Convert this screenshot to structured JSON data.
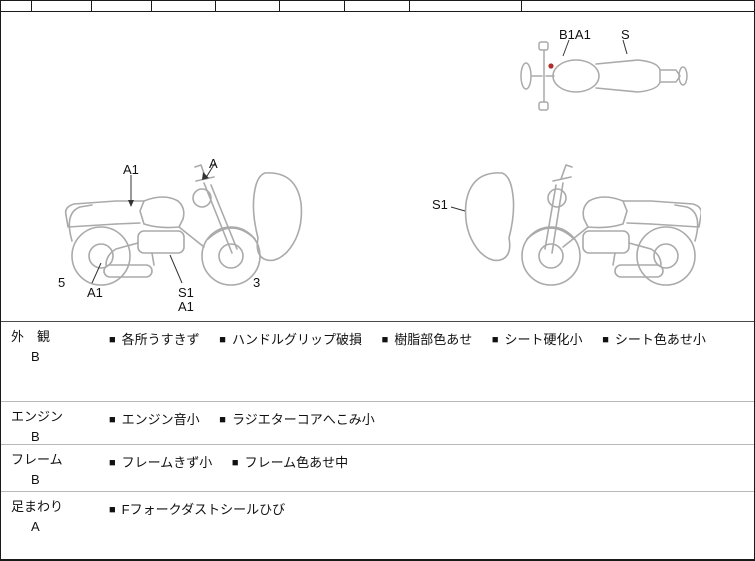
{
  "diagram": {
    "top_view": {
      "labels": [
        {
          "text": "B1A1"
        },
        {
          "text": "S"
        }
      ],
      "marker_color": "#b03030"
    },
    "left_view": {
      "labels": [
        {
          "text": "A1"
        },
        {
          "text": "A"
        },
        {
          "text": "5"
        },
        {
          "text": "A1"
        },
        {
          "text": "S1"
        },
        {
          "text": "A1"
        },
        {
          "text": "3"
        }
      ]
    },
    "right_view": {
      "labels": [
        {
          "text": "S1"
        }
      ]
    }
  },
  "inspection": {
    "bullet": "■",
    "rows": [
      {
        "category": "外　観",
        "grade": "B",
        "notes": [
          "各所うすきず",
          "ハンドルグリップ破損",
          "樹脂部色あせ",
          "シート硬化小",
          "シート色あせ小"
        ]
      },
      {
        "category": "エンジン",
        "grade": "B",
        "notes": [
          "エンジン音小",
          "ラジエターコアへこみ小"
        ]
      },
      {
        "category": "フレーム",
        "grade": "B",
        "notes": [
          "フレームきず小",
          "フレーム色あせ中"
        ]
      },
      {
        "category": "足まわり",
        "grade": "A",
        "notes": [
          "Fフォークダストシールひび"
        ]
      }
    ]
  }
}
